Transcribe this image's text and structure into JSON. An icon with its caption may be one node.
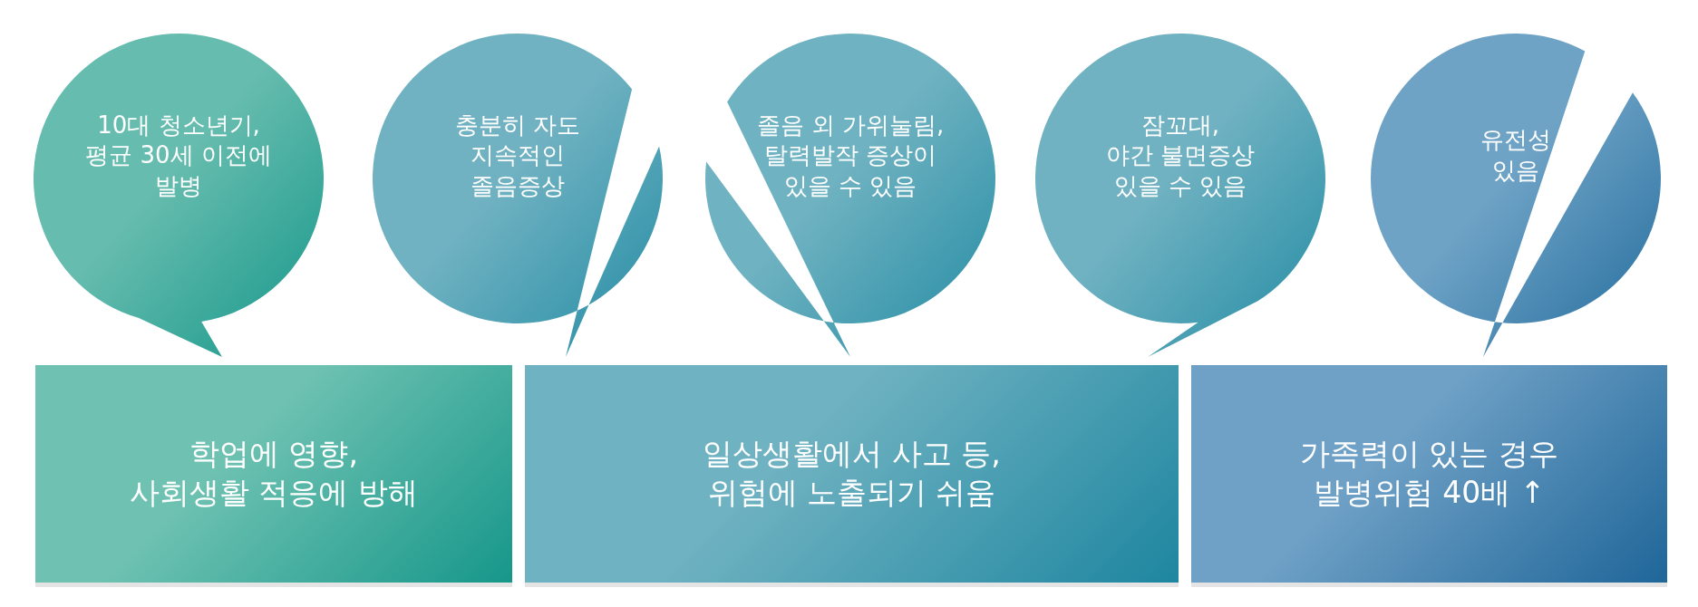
{
  "diagram": {
    "nodes": [
      {
        "text": [
          "10대 청소년기, 평균 30세 이전에 발병"
        ]
      },
      {
        "text": [
          "충분히 자도 지속적인 졸음증상"
        ]
      },
      {
        "text": [
          "졸음 외 가위눌림, 탈력발작 증상이 있을 수 있음"
        ]
      },
      {
        "text": [
          "잠꼬대, 야간 불면증상 있을 수 있음"
        ]
      },
      {
        "text": [
          "유전성 있음"
        ]
      },
      {
        "text": [
          "학업에 영향, 사회생활 적응에 방해"
        ]
      },
      {
        "text": [
          "일상생활에서 사고 등, 위험에 노출되기 쉬움"
        ]
      },
      {
        "text": [
          "가족력이 있는 경우 발병위험 40배 ↑"
        ]
      }
    ]
  }
}
